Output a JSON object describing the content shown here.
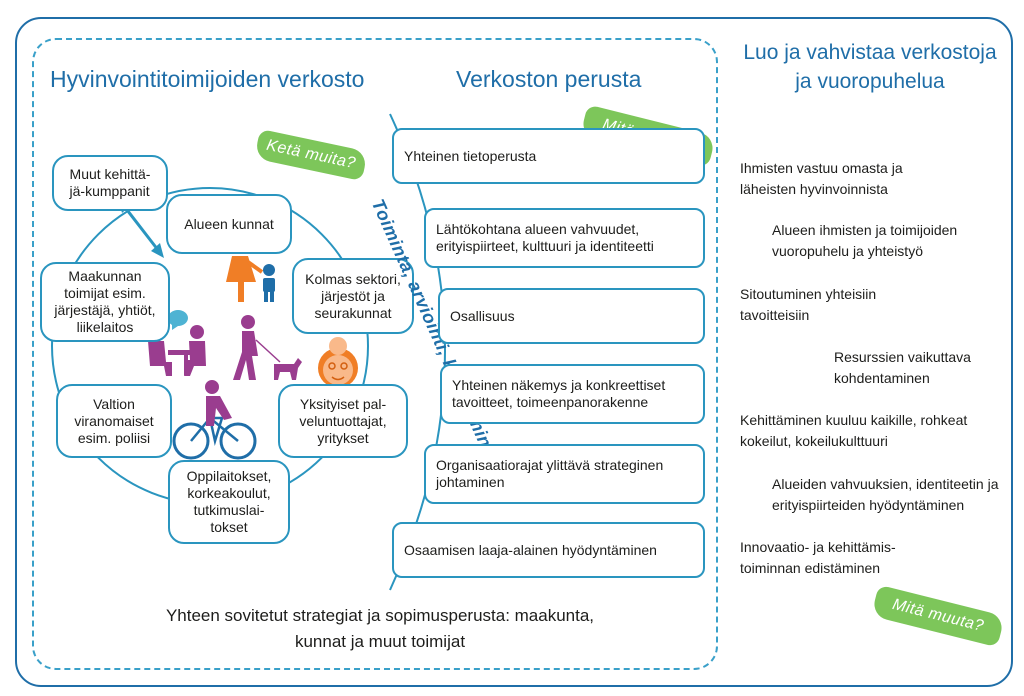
{
  "headings": {
    "network": "Hyvinvointitoimijoiden verkosto",
    "base": "Verkoston perusta",
    "right": "Luo ja vahvistaa verkostoja ja vuoropuhelua"
  },
  "tags": {
    "who_else": "Ketä muita?",
    "what_else_top": "Mitä muuta?",
    "what_else_bottom": "Mitä muuta?"
  },
  "network_nodes": {
    "other_partners": "Muut kehittä-\njä-kumppanit",
    "municipalities": "Alueen kunnat",
    "third_sector": "Kolmas sektori,\njärjestöt ja\nseurakunnat",
    "private": "Yksityiset pal-\nveluntuottajat,\nyritykset",
    "education": "Oppilaitokset,\nkorkeakoulut,\ntutkimuslai-\ntokset",
    "state": "Valtion\nviranomaiset\nesim. poliisi",
    "regional": "Maakunnan\ntoimijat esim.\njärjestäjä, yhtiöt,\nliikelaitos"
  },
  "arc_label": "Toiminta, arviointi, kehittäminen",
  "base_items": [
    "Yhteinen tietoperusta",
    "Lähtökohtana alueen vahvuudet, erityispiirteet, kulttuuri ja identiteetti",
    "Osallisuus",
    "Yhteinen näkemys ja konkreettiset tavoitteet, toimeenpanorakenne",
    "Organisaatiorajat ylittävä strateginen johtaminen",
    "Osaamisen laaja-alainen hyödyntäminen"
  ],
  "right_items": [
    "Ihmisten vastuu omasta ja läheisten hyvinvoinnista",
    "Alueen ihmisten ja toimijoiden vuoropuhelu ja yhteistyö",
    "Sitoutuminen yhteisiin tavoitteisiin",
    "Resurssien vaikuttava kohdentaminen",
    "Kehittäminen kuuluu kaikille, rohkeat kokeilut, kokeilukulttuuri",
    "Alueiden vahvuuksien, identiteetin ja erityispiirteiden hyödyntäminen",
    "Innovaatio- ja kehittämis-toiminnan edistäminen"
  ],
  "bottom_text": "Yhteen sovitetut strategiat ja sopimusperusta: maakunta, kunnat ja muut toimijat",
  "colors": {
    "primary_blue": "#1f6ea8",
    "light_blue": "#2a95bf",
    "green_tag": "#7dc65a",
    "orange_figure": "#f07e26",
    "purple_figure": "#9a3d8f",
    "blue_figure": "#1f6ea8"
  },
  "icons": [
    "mother-child-icon",
    "meeting-people-icon",
    "dog-walker-icon",
    "elderly-face-icon",
    "cyclist-icon",
    "double-arrow-icon"
  ]
}
